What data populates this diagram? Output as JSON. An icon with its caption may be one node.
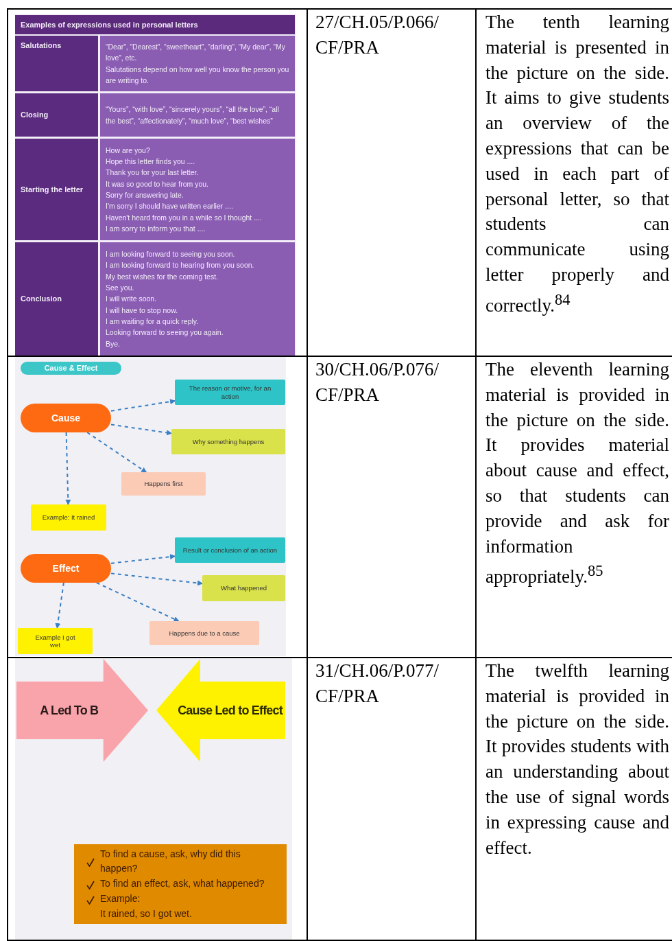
{
  "diagram": {
    "nodes": [
      {
        "text": [
          "Cause & Effect"
        ]
      },
      {
        "text": [
          "Cause"
        ]
      },
      {
        "text": [
          "The reason or motive, for an action"
        ]
      },
      {
        "text": [
          "Why something happens"
        ]
      },
      {
        "text": [
          "Happens first"
        ]
      },
      {
        "text": [
          "Example: It rained"
        ]
      },
      {
        "text": [
          "Effect"
        ]
      },
      {
        "text": [
          "Result or conclusion of an action"
        ]
      },
      {
        "text": [
          "What happened"
        ]
      },
      {
        "text": [
          "Example I got wet"
        ]
      },
      {
        "text": [
          "Happens due to a cause"
        ]
      },
      {
        "text": [
          "A Led To B"
        ]
      },
      {
        "text": [
          "Cause Led to Effect"
        ]
      },
      {
        "text": [
          "To find a cause, ask, why did this happen?",
          "To find an effect, ask, what happened?",
          "Example:",
          "It rained, so I got wet."
        ]
      }
    ],
    "edges": [
      {
        "from": 1,
        "to": 2,
        "arrow": "to",
        "style": "dashed"
      },
      {
        "from": 1,
        "to": 3,
        "arrow": "to",
        "style": "dashed"
      },
      {
        "from": 1,
        "to": 4,
        "arrow": "to",
        "style": "dashed"
      },
      {
        "from": 1,
        "to": 5,
        "arrow": "to",
        "style": "dashed"
      },
      {
        "from": 6,
        "to": 7,
        "arrow": "to",
        "style": "dashed"
      },
      {
        "from": 6,
        "to": 8,
        "arrow": "to",
        "style": "dashed"
      },
      {
        "from": 6,
        "to": 10,
        "arrow": "to",
        "style": "dashed"
      },
      {
        "from": 6,
        "to": 9,
        "arrow": "to",
        "style": "dashed"
      }
    ],
    "labels": [
      "Examples of expressions used in personal letters",
      "Salutations",
      "“Dear”, “Dearest”, “sweetheart”, “darling”, “My dear”, “My love”, etc.",
      "Salutations depend on how well you know the person you are writing to.",
      "Closing",
      "“Yours”, “with love”, “sincerely yours”, “all the love”, “all the best”, “affectionately”, “much love”, “best wishes”",
      "Starting the letter",
      "How are you?",
      "Hope this letter finds you ....",
      "Thank you for your last letter.",
      "It was so good to hear from you.",
      "Sorry for answering late.",
      "I'm sorry I should have written earlier ....",
      "Haven't heard from you in a while so I thought ....",
      "I am sorry to inform you that ....",
      "Conclusion",
      "I am looking forward to seeing you soon.",
      "I am looking forward to hearing from you soon.",
      "My best wishes for the coming test.",
      "See you.",
      "I will write soon.",
      "I will have to stop now.",
      "I am waiting for a quick reply.",
      "Looking forward to seeing you again.",
      "Bye.",
      "27/CH.05/P.066/ CF/PRA",
      "The tenth learning material is presented in the picture on the side. It aims to give students an overview of the expressions that can be used in each part of personal letter, so that students can communicate using letter properly and correctly.$^{84}$",
      "30/CH.06/P.076/ CF/PRA",
      "The eleventh learning material is provided in the picture on the side. It provides material about cause and effect, so that students can provide and ask for information appropriately.$^{85}$",
      "31/CH.06/P.077/ CF/PRA",
      "The twelfth learning material is provided in the picture on the side. It provides students with an understanding about the use of signal words in expressing cause and effect."
    ]
  }
}
